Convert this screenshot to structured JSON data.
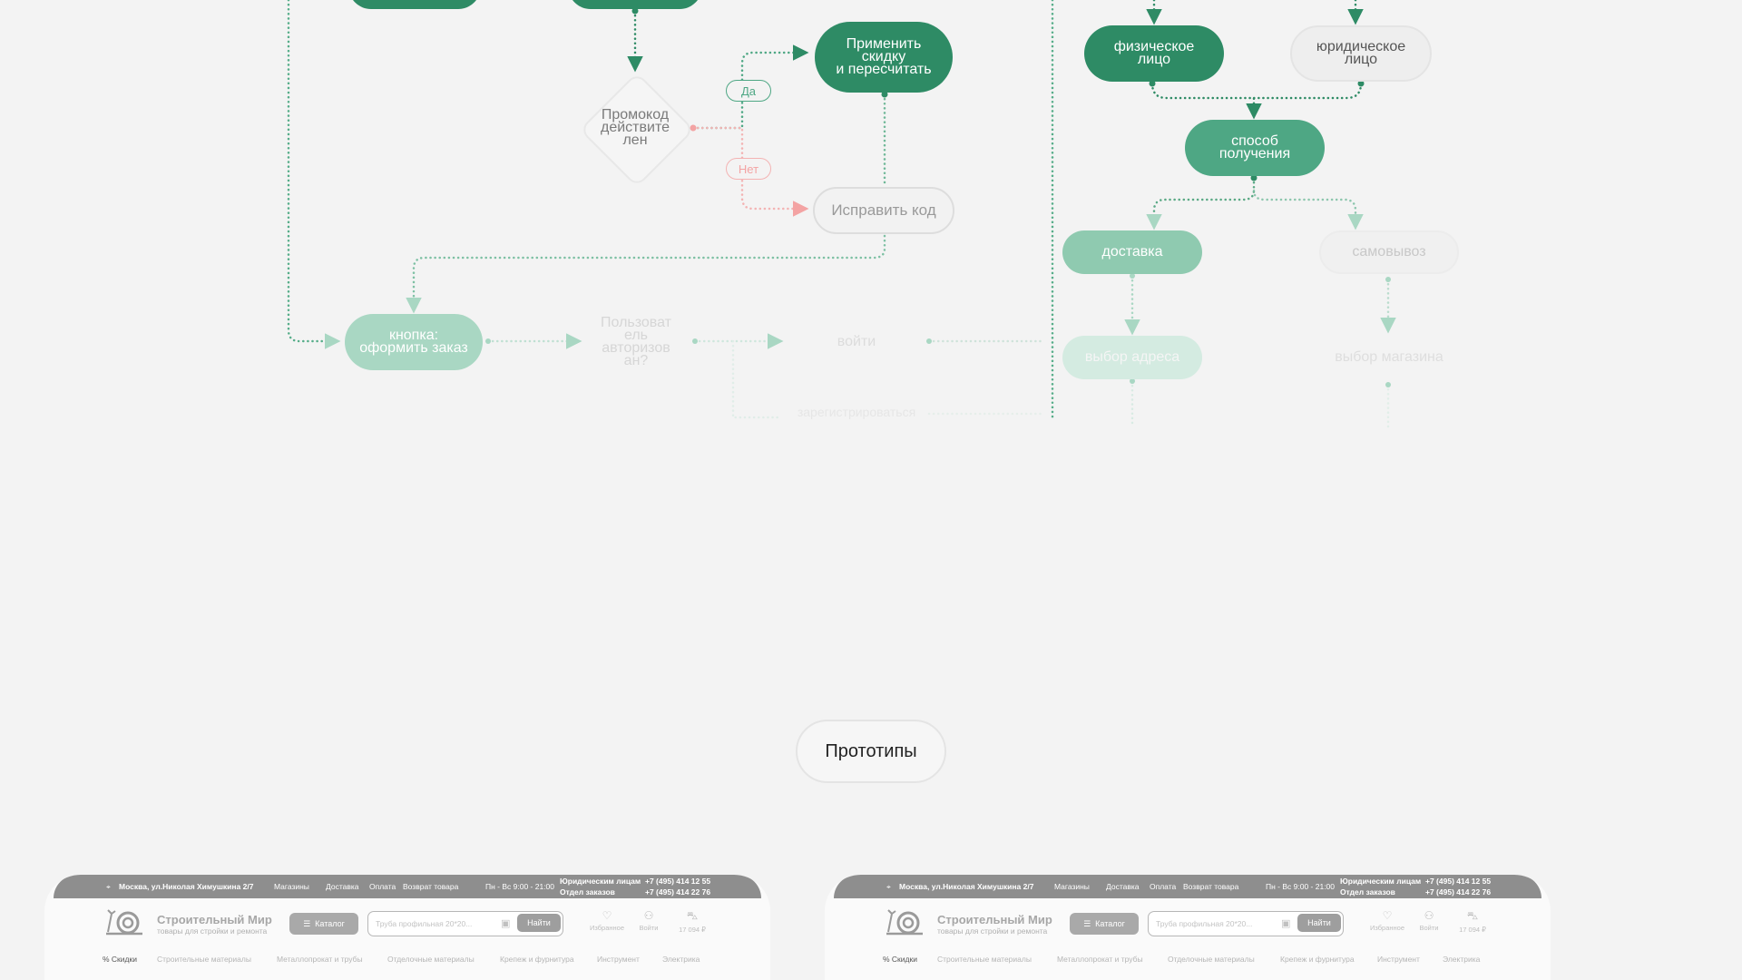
{
  "diagram": {
    "nodes": {
      "apply_discount": "Применить\nскидку\nи пересчитать",
      "promo_valid": "Промокод\nдействите\nлен",
      "fix_code": "Исправить код",
      "checkout_button": "кнопка:\nоформить заказ",
      "user_authorized": "Пользоват\nель\nавторизов\nан?",
      "login": "войти",
      "register": "зарегистрироваться",
      "individual": "физическое\nлицо",
      "legal_entity": "юридическое\nлицо",
      "receive_method": "способ\nполучения",
      "delivery": "доставка",
      "pickup": "самовывоз",
      "address_choice": "выбор адреса",
      "store_choice": "выбор магазина"
    },
    "labels": {
      "yes": "Да",
      "no": "Нет"
    },
    "colors": {
      "green": "#2e8b65",
      "pale_green": "#a9d7c3",
      "no_red": "#f3a3a3"
    }
  },
  "section_title": "Прототипы",
  "prototypes": [
    {
      "topbar": {
        "location": "Москва, ул.Николая Химушкина 2/7",
        "links": [
          "Магазины",
          "Доставка",
          "Оплата",
          "Возврат товара"
        ],
        "hours": "Пн - Вс 9:00 - 21:00",
        "legal_label": "Юридическим лицам",
        "legal_phone": "+7 (495) 414 12 55",
        "orders_label": "Отдел заказов",
        "orders_phone": "+7 (495) 414 22 76"
      },
      "brand_name": "Строительный Мир",
      "brand_sub": "товары для стройки и ремонта",
      "catalog": "Каталог",
      "search_placeholder": "Труба профильная 20*20...",
      "find": "Найти",
      "actions": [
        "Избранное",
        "Войти",
        "17 094 ₽"
      ],
      "categories": [
        "% Скидки",
        "Строительные материалы",
        "Металлопрокат и трубы",
        "Отделочные материалы",
        "Крепеж и фурнитура",
        "Инструмент",
        "Электрика"
      ]
    },
    {
      "topbar": {
        "location": "Москва, ул.Николая Химушкина 2/7",
        "links": [
          "Магазины",
          "Доставка",
          "Оплата",
          "Возврат товара"
        ],
        "hours": "Пн - Вс 9:00 - 21:00",
        "legal_label": "Юридическим лицам",
        "legal_phone": "+7 (495) 414 12 55",
        "orders_label": "Отдел заказов",
        "orders_phone": "+7 (495) 414 22 76"
      },
      "brand_name": "Строительный Мир",
      "brand_sub": "товары для стройки и ремонта",
      "catalog": "Каталог",
      "search_placeholder": "Труба профильная 20*20...",
      "find": "Найти",
      "actions": [
        "Избранное",
        "Войти",
        "17 094 ₽"
      ],
      "categories": [
        "% Скидки",
        "Строительные материалы",
        "Металлопрокат и трубы",
        "Отделочные материалы",
        "Крепеж и фурнитура",
        "Инструмент",
        "Электрика"
      ]
    }
  ]
}
